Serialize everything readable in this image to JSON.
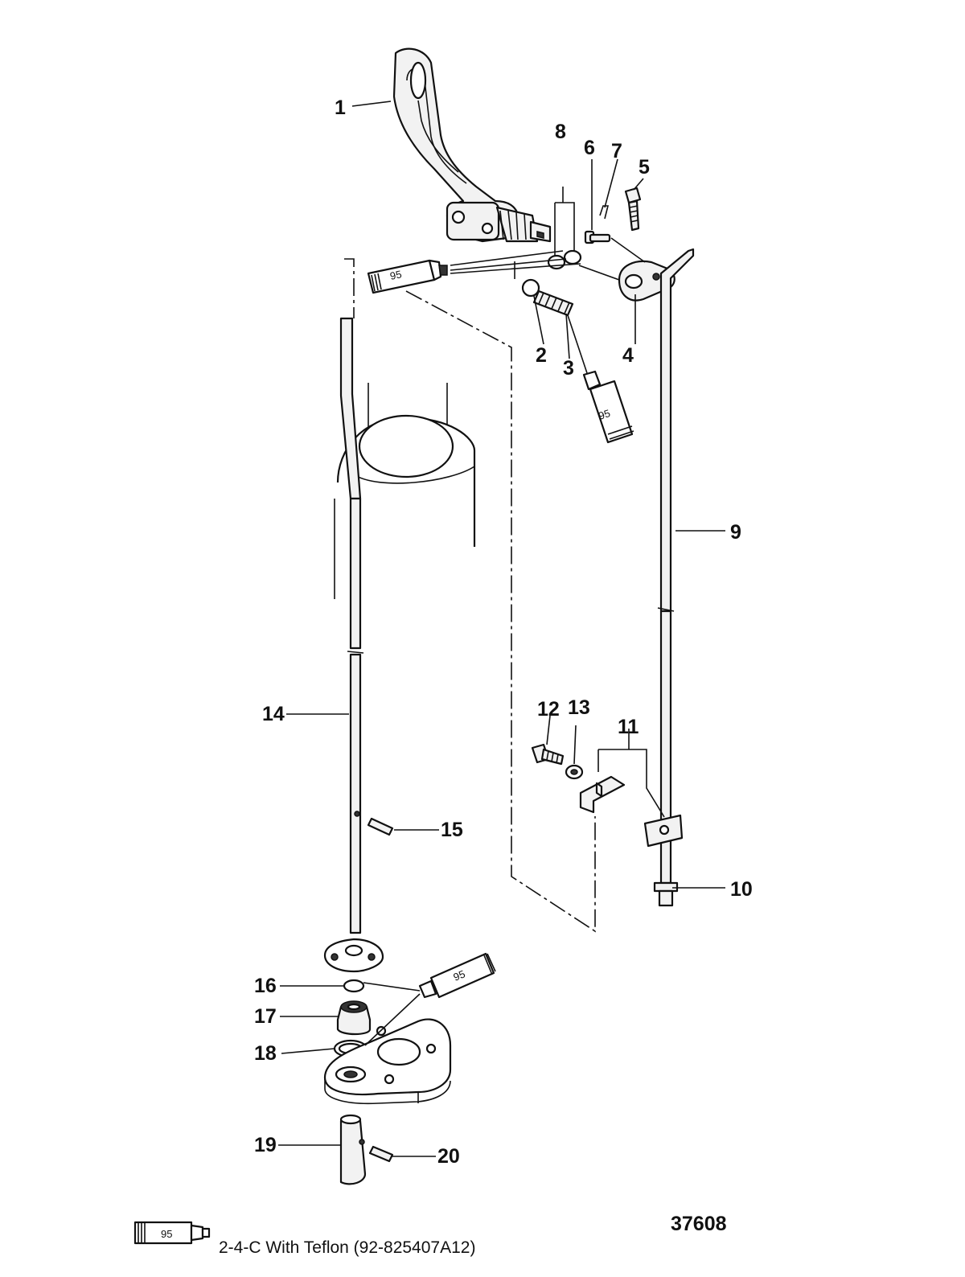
{
  "callouts": [
    "1",
    "2",
    "3",
    "4",
    "5",
    "6",
    "7",
    "8",
    "9",
    "10",
    "11",
    "12",
    "13",
    "14",
    "15",
    "16",
    "17",
    "18",
    "19",
    "20"
  ],
  "lubricant_tube_label": "95",
  "legend": {
    "tube_label": "95",
    "text": "2-4-C  With Teflon (92-825407A12)"
  },
  "figure_id": "37608"
}
